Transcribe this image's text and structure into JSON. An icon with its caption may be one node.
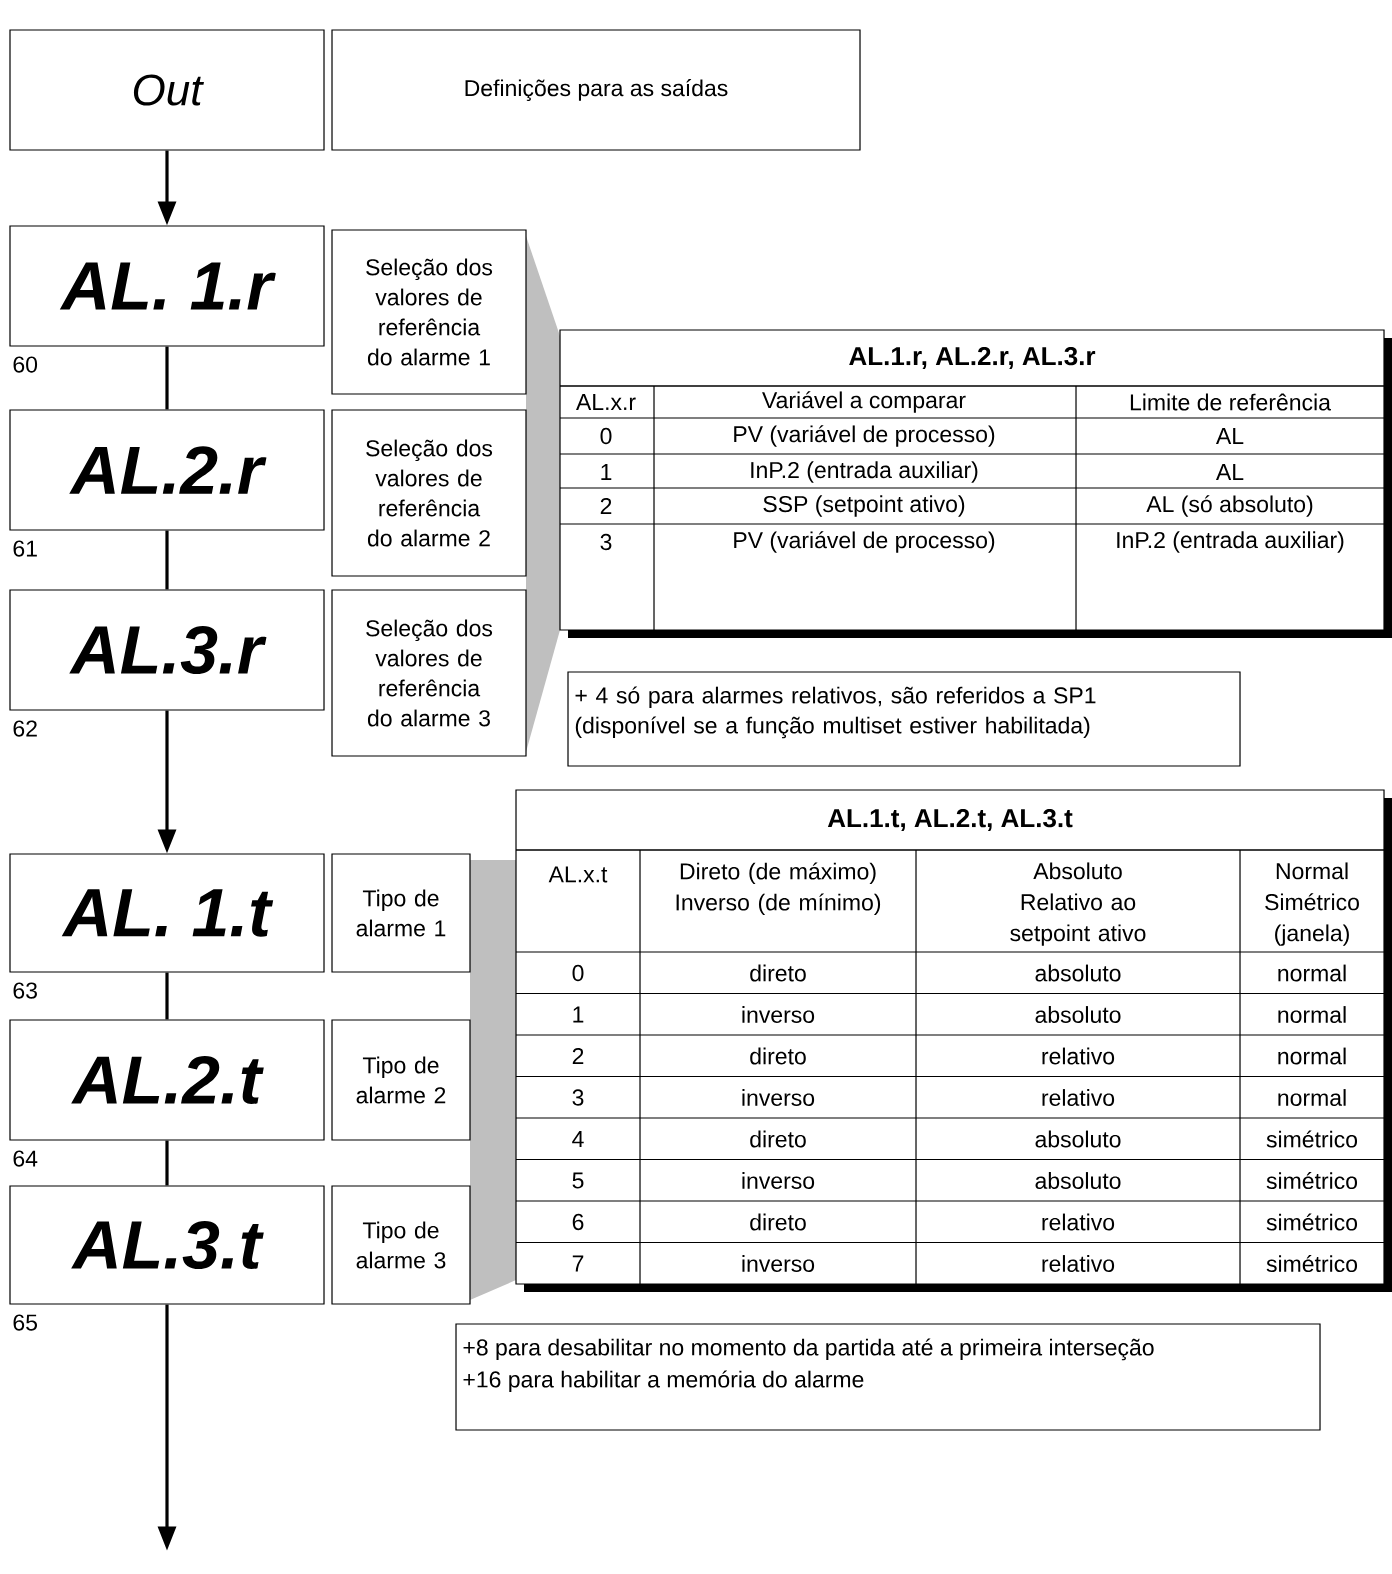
{
  "diagram": {
    "nodes": [
      {
        "text": [
          "Out"
        ]
      },
      {
        "text": [
          "Definições para as saídas"
        ]
      },
      {
        "text": [
          "AL. 1.r"
        ],
        "beside": [
          "60"
        ]
      },
      {
        "text": [
          "Seleção dos valores de referência do alarme 1"
        ]
      },
      {
        "text": [
          "AL.2.r"
        ],
        "beside": [
          "61"
        ]
      },
      {
        "text": [
          "Seleção dos valores de referência do alarme 2"
        ]
      },
      {
        "text": [
          "AL.3.r"
        ],
        "beside": [
          "62"
        ]
      },
      {
        "text": [
          "Seleção dos valores de referência do alarme 3"
        ]
      },
      {
        "text": [
          "AL.1.r, AL.2.r, AL.3.r"
        ]
      },
      {
        "text": [
          "+ 4 só para alarmes relativos, são referidos a SP1 (disponível se a função multiset estiver habilitada)"
        ]
      },
      {
        "text": [
          "AL. 1.t"
        ],
        "beside": [
          "63"
        ]
      },
      {
        "text": [
          "Tipo de alarme 1"
        ]
      },
      {
        "text": [
          "AL.2.t"
        ],
        "beside": [
          "64"
        ]
      },
      {
        "text": [
          "Tipo de alarme 2"
        ]
      },
      {
        "text": [
          "AL.3.t"
        ],
        "beside": [
          "65"
        ]
      },
      {
        "text": [
          "Tipo de alarme 3"
        ]
      },
      {
        "text": [
          "AL.1.t, AL.2.t, AL.3.t"
        ]
      },
      {
        "text": [
          "+8 para desabilitar no momento da partida até a primeira interseção",
          "+16 para habilitar a memória do alarme"
        ]
      }
    ],
    "edges": [
      {
        "from": 0,
        "to": 2,
        "arrow": "to"
      },
      {
        "from": 2,
        "to": 4,
        "arrow": "none"
      },
      {
        "from": 4,
        "to": 6,
        "arrow": "none"
      },
      {
        "from": 6,
        "to": 10,
        "arrow": "to"
      },
      {
        "from": 10,
        "to": 12,
        "arrow": "none"
      },
      {
        "from": 12,
        "to": 14,
        "arrow": "none"
      },
      {
        "from": 14,
        "to": null,
        "arrow": "to"
      }
    ],
    "labels": [
      "AL.x.r",
      "Variável a comparar",
      "Limite de referência",
      "0",
      "PV (variável de processo)",
      "AL",
      "1",
      "InP.2 (entrada auxiliar)",
      "AL",
      "2",
      "SSP (setpoint ativo)",
      "AL (só absoluto)",
      "3",
      "PV (variável de processo)",
      "InP.2 (entrada auxiliar)",
      "AL.x.t",
      "Direto (de máximo) Inverso (de mínimo)",
      "Absoluto Relativo ao setpoint ativo",
      "Normal Simétrico (janela)",
      "0",
      "direto",
      "absoluto",
      "normal",
      "1",
      "inverso",
      "absoluto",
      "normal",
      "2",
      "direto",
      "relativo",
      "normal",
      "3",
      "inverso",
      "relativo",
      "normal",
      "4",
      "direto",
      "absoluto",
      "simétrico",
      "5",
      "inverso",
      "absoluto",
      "simétrico",
      "6",
      "direto",
      "relativo",
      "simétrico",
      "7",
      "inverso",
      "relativo",
      "simétrico"
    ]
  }
}
